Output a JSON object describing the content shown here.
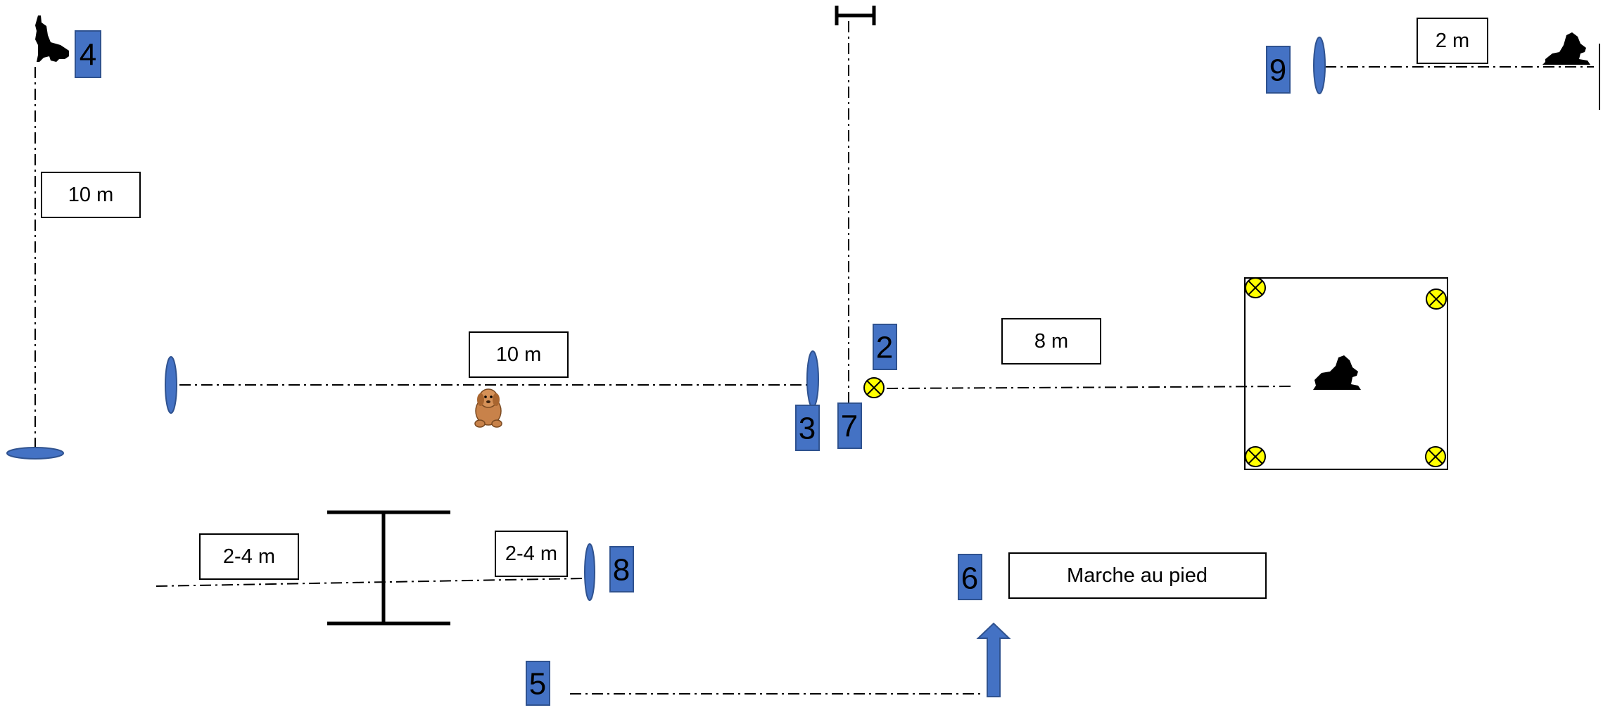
{
  "colors": {
    "marker_fill": "#4472c4",
    "marker_stroke": "#2f528f",
    "cross_fill": "#ffff00",
    "line": "#000000",
    "dog": "#000000",
    "puppy": "#c8824a"
  },
  "markers": {
    "m2": "2",
    "m3": "3",
    "m4": "4",
    "m5": "5",
    "m6": "6",
    "m7": "7",
    "m8": "8",
    "m9": "9"
  },
  "distance_labels": {
    "send_away_10m": "10 m",
    "recall_10m": "10 m",
    "square_8m": "8 m",
    "left_2_4m": "2-4 m",
    "right_2_4m": "2-4 m",
    "down_stay_2m": "2 m"
  },
  "text_boxes": {
    "heelwork": "Marche au pied"
  },
  "icons": {
    "sitting_dog": "sitting-dog-silhouette",
    "lying_dog": "lying-dog-silhouette",
    "lying_dog_2": "lying-dog-silhouette",
    "puppy": "puppy-icon",
    "hurdle": "hurdle-icon",
    "dumbbell": "dumbbell-icon",
    "cone_cross": "cross-circle-icon",
    "direction_arrow": "arrow-up-icon"
  }
}
